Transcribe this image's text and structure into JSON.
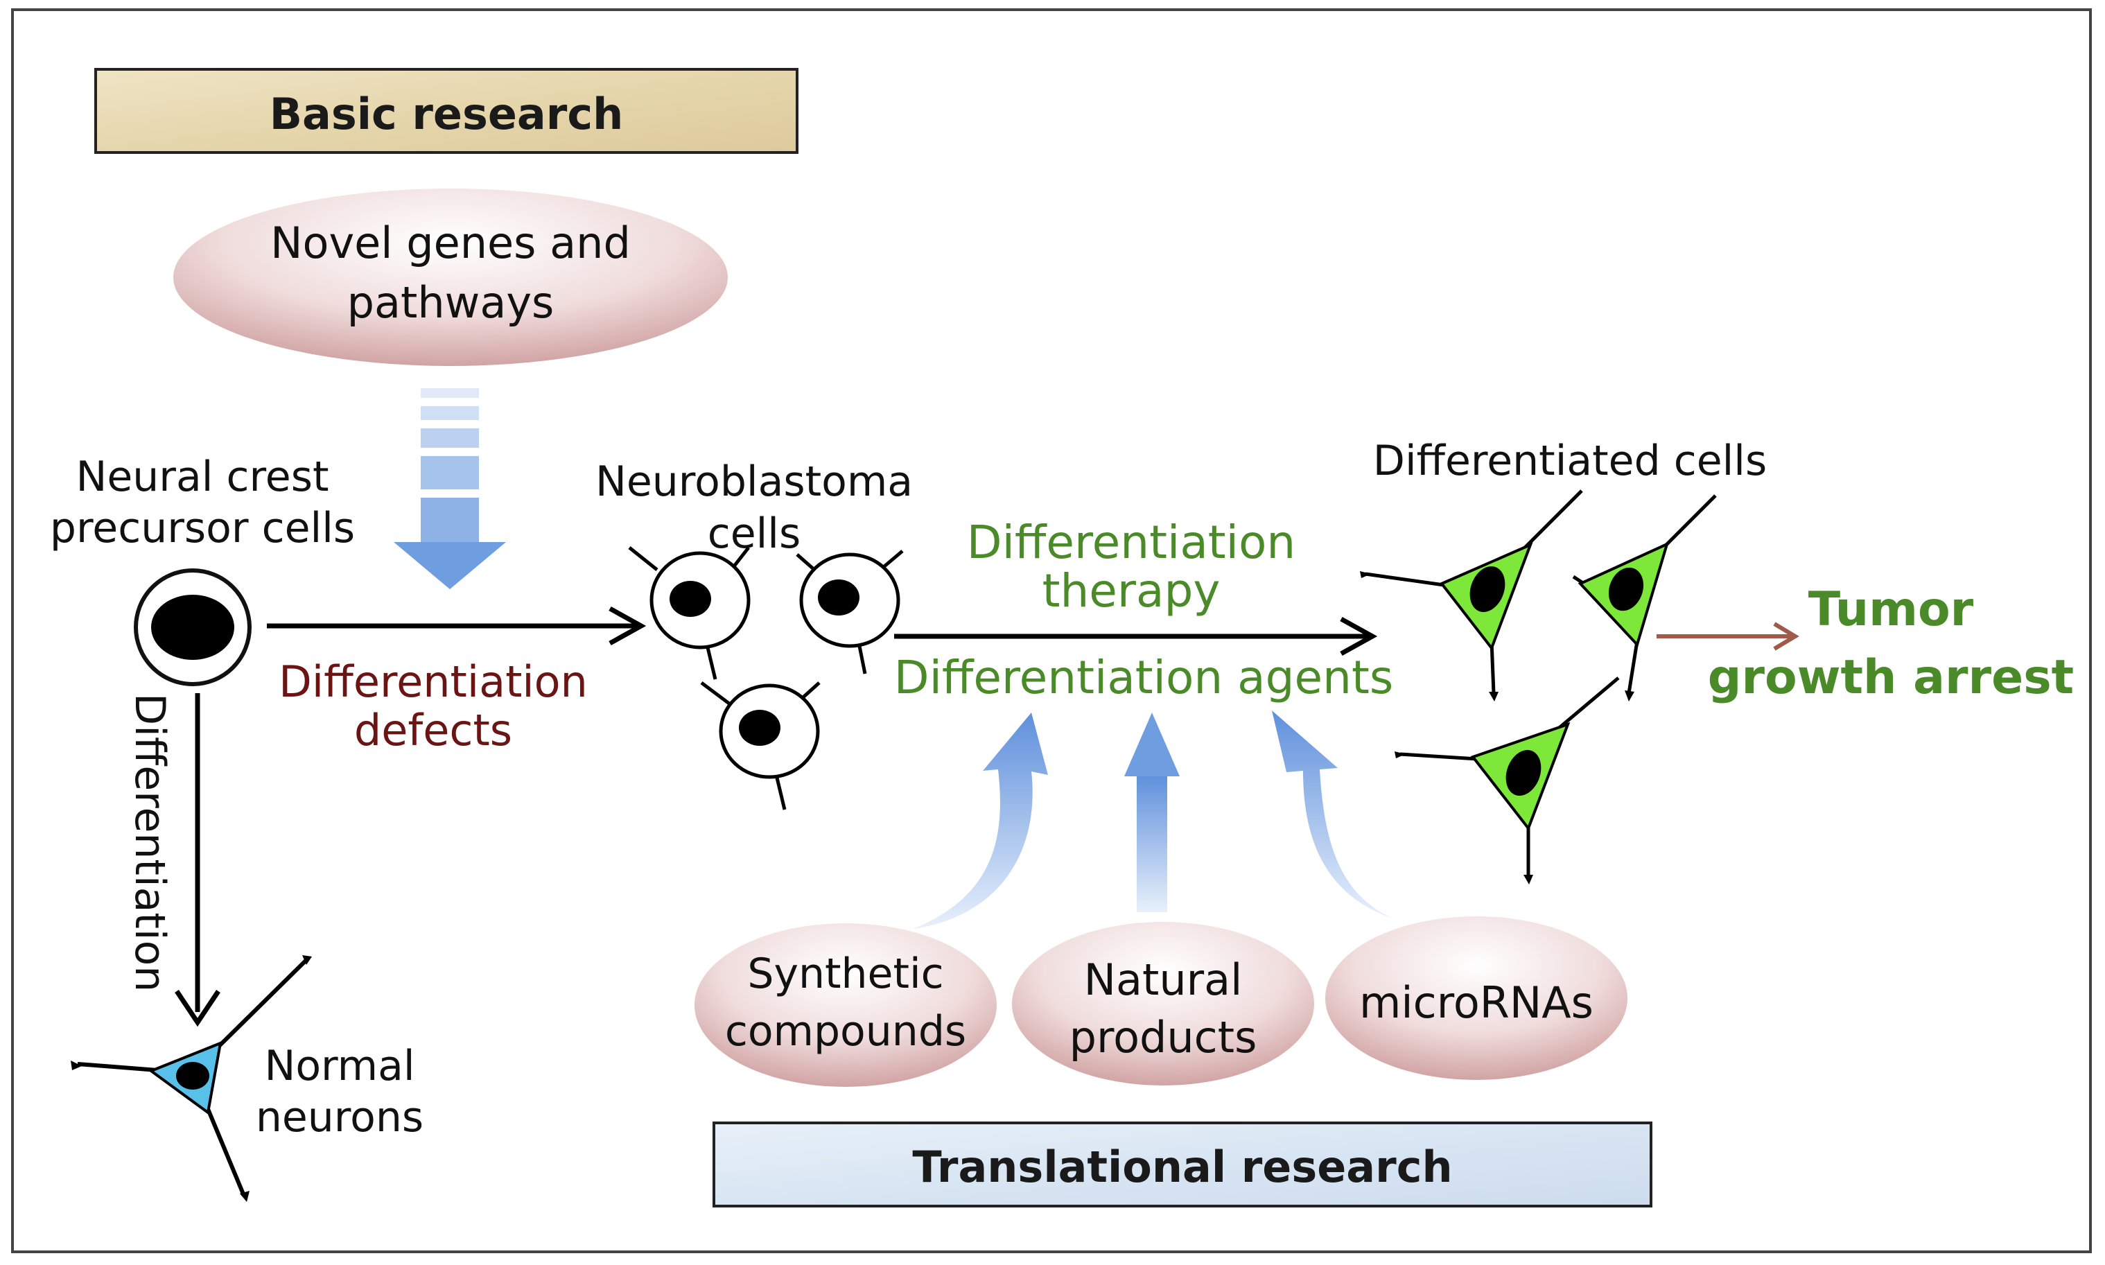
{
  "labels": {
    "basic_research": "Basic research",
    "translational_research": "Translational research",
    "novel_genes_line1": "Novel genes and",
    "novel_genes_line2": "pathways",
    "neural_crest_line1": "Neural crest",
    "neural_crest_line2": "precursor cells",
    "neuroblastoma_line1": "Neuroblastoma",
    "neuroblastoma_line2": "cells",
    "differentiation_vertical": "Differentiation",
    "differentiation_defects_line1": "Differentiation",
    "differentiation_defects_line2": "defects",
    "differentiation_therapy_line1": "Differentiation",
    "differentiation_therapy_line2": "therapy",
    "differentiation_agents": "Differentiation agents",
    "differentiated_cells": "Differentiated cells",
    "tumor_line1": "Tumor",
    "tumor_line2": "growth arrest",
    "normal_neurons_line1": "Normal",
    "normal_neurons_line2": "neurons",
    "synthetic_line1": "Synthetic",
    "synthetic_line2": "compounds",
    "natural_line1": "Natural",
    "natural_line2": "products",
    "micrornas": "microRNAs"
  },
  "colors": {
    "dark_red_text": "#6b1414",
    "green_text": "#4a8a28",
    "cell_green": "#7ee83a",
    "neuron_blue": "#59c0ea",
    "arrow_blue": "#6f9ee0",
    "tan_box": "#e8d9b4",
    "blue_box": "#dde8f4",
    "brown_arrow": "#a05a4a"
  }
}
